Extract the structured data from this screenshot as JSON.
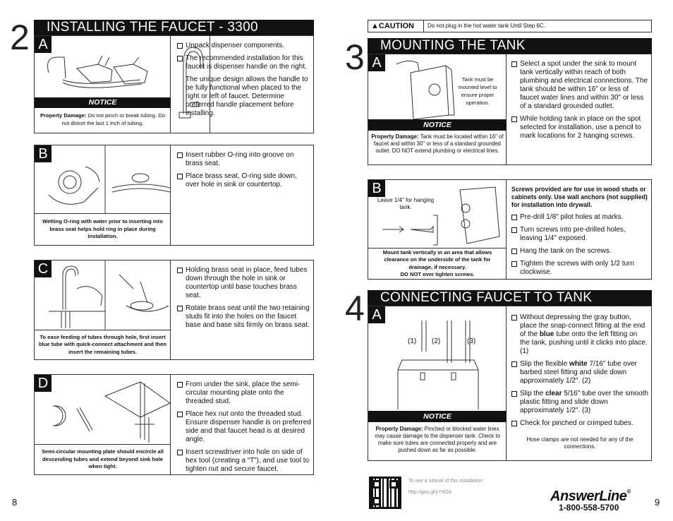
{
  "left": {
    "section_number": "2",
    "section_title": "INSTALLING THE FAUCET - 3300",
    "cards": [
      {
        "letter": "A",
        "notice": "NOTICE",
        "caption_strong": "Property Damage:",
        "caption": "Do not pinch or break tubing. Do not distort the last 1 inch of tubing.",
        "steps": [
          "Unpack dispenser components.",
          "The recommended installation for this faucet is dispenser handle on the right."
        ],
        "paragraph": "The unique design allows the handle to be fully functional when placed to the right or left of faucet. Determine preferred handle placement before installing."
      },
      {
        "letter": "B",
        "caption": "Wetting O-ring with water prior to inserting into brass seat helps hold ring in place during installation.",
        "steps": [
          "Insert rubber O-ring into groove on brass seat.",
          "Place brass seat, O-ring side down, over hole in sink or countertop."
        ]
      },
      {
        "letter": "C",
        "caption": "To ease feeding of tubes through hole, first insert blue tube with quick-connect attachment and then insert the remaining tubes.",
        "steps": [
          "Holding brass seat in place, feed tubes down through the hole in sink or countertop until base touches brass seat.",
          "Rotate brass seat until the two retaining studs fit into the holes on the faucet base and base sits firmly on brass seat."
        ]
      },
      {
        "letter": "D",
        "caption": "Semi-circular mounting plate should encircle all descending tubes and extend beyond sink hole when tight.",
        "steps": [
          "From under the sink, place the semi-circular mounting plate onto the threaded stud.",
          "Place hex nut onto the threaded stud. Ensure dispenser handle is on preferred side and that faucet head is at desired angle.",
          "Insert screwdriver into hole on side of hex tool (creating a “T”), and use tool to tighten nut and secure faucet."
        ]
      }
    ],
    "page_number": "8"
  },
  "right": {
    "caution_label": "CAUTION",
    "caution_text": "Do not plug in the hot water tank Until Step 6C.",
    "section3_number": "3",
    "section3_title": "MOUNTING THE TANK",
    "card3A": {
      "letter": "A",
      "image_note": "Tank must be mounted level to ensure proper operation.",
      "notice": "NOTICE",
      "caption_strong": "Property Damage:",
      "caption": "Tank must be located within 16\" of faucet and within 30\" or less of a standard grounded outlet. DO NOT extend plumbing or electrical lines.",
      "steps": [
        "Select a spot under the sink to mount tank vertically within reach of both plumbing and electrical connections. The tank should be within 16\" or less of faucet water lines and within 30\" or less of a standard grounded outlet.",
        "While holding tank in place on the spot selected for installation, use a pencil to mark locations for 2 hanging screws."
      ]
    },
    "card3B": {
      "letter": "B",
      "image_note": "Leave 1/4\" for hanging tank.",
      "caption": "Mount tank vertically in an area that allows clearance on the underside of the tank for drainage, if necessary.",
      "caption2": "DO NOT over tighten screws.",
      "intro": "Screws provided are for use in wood studs or cabinets only. Use wall anchors (not supplied) for installation into drywall.",
      "steps": [
        "Pre-drill 1/8\" pilot holes at marks.",
        "Turn screws into pre-drilled holes, leaving 1/4\" exposed.",
        "Hang the tank on the screws.",
        "Tighten the screws with only 1/2 turn clockwise."
      ]
    },
    "section4_number": "4",
    "section4_title": "CONNECTING FAUCET TO TANK",
    "card4A": {
      "letter": "A",
      "labels": [
        "(1)",
        "(2)",
        "(3)"
      ],
      "notice": "NOTICE",
      "caption_strong": "Property Damage:",
      "caption": "Pinched or blocked water lines may cause damage to the dispenser tank. Check to make sure tubes are connected properly and are pushed down as far as possible.",
      "step1_a": "Without depressing the gray button, place the snap-connect fitting at the end of the ",
      "step1_b": "blue",
      "step1_c": " tube onto the left fitting on the tank, pushing until it clicks into place. (1)",
      "step2_a": "Slip the flexible ",
      "step2_b": "white",
      "step2_c": " 7/16\" tube over barbed steel fitting and slide down approximately 1/2\". (2)",
      "step3_a": "Slip the ",
      "step3_b": "clear",
      "step3_c": " 5/16\" tube over the smooth plastic fitting and slide down approximately 1/2\". (3)",
      "step4": "Check for pinched or crimped tubes.",
      "footnote": "Hose clamps are not needed for any of the connections."
    },
    "tutorial_text": "To see a tutorial of this installation:",
    "tutorial_url": "http://goo.gl/yYrfOA",
    "brand": "AnswerLine",
    "brand_mark": "®",
    "phone": "1-800-558-5700",
    "page_number": "9"
  }
}
